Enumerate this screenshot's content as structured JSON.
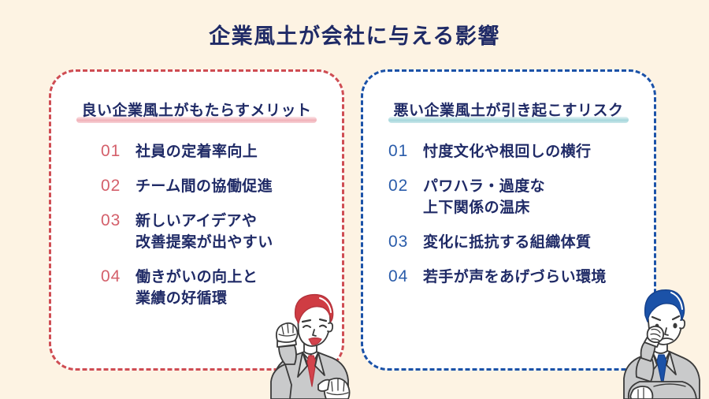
{
  "page": {
    "title": "企業風土が会社に与える影響",
    "background_color": "#fdf3e3",
    "title_color": "#1f2a66"
  },
  "panels": {
    "left": {
      "heading": "良い企業風土がもたらすメリット",
      "border_color": "#cf4d53",
      "number_color": "#d4606b",
      "highlight_color": "#f0acb4",
      "items": [
        {
          "number": "01",
          "line1": "社員の定着率向上",
          "line2": ""
        },
        {
          "number": "02",
          "line1": "チーム間の協働促進",
          "line2": ""
        },
        {
          "number": "03",
          "line1": "新しいアイデアや",
          "line2": "改善提案が出やすい"
        },
        {
          "number": "04",
          "line1": "働きがいの向上と",
          "line2": "業績の好循環"
        }
      ],
      "illustration": "smiling-businessman-fist-pump-icon"
    },
    "right": {
      "heading": "悪い企業風土が引き起こすリスク",
      "border_color": "#1b52a8",
      "number_color": "#2a5caa",
      "highlight_color": "#a0d4da",
      "items": [
        {
          "number": "01",
          "line1": "忖度文化や根回しの横行",
          "line2": ""
        },
        {
          "number": "02",
          "line1": "パワハラ・過度な",
          "line2": "上下関係の温床"
        },
        {
          "number": "03",
          "line1": "変化に抵抗する組織体質",
          "line2": ""
        },
        {
          "number": "04",
          "line1": "若手が声をあげづらい環境",
          "line2": ""
        }
      ],
      "illustration": "worried-businessman-hand-on-chin-icon"
    }
  }
}
